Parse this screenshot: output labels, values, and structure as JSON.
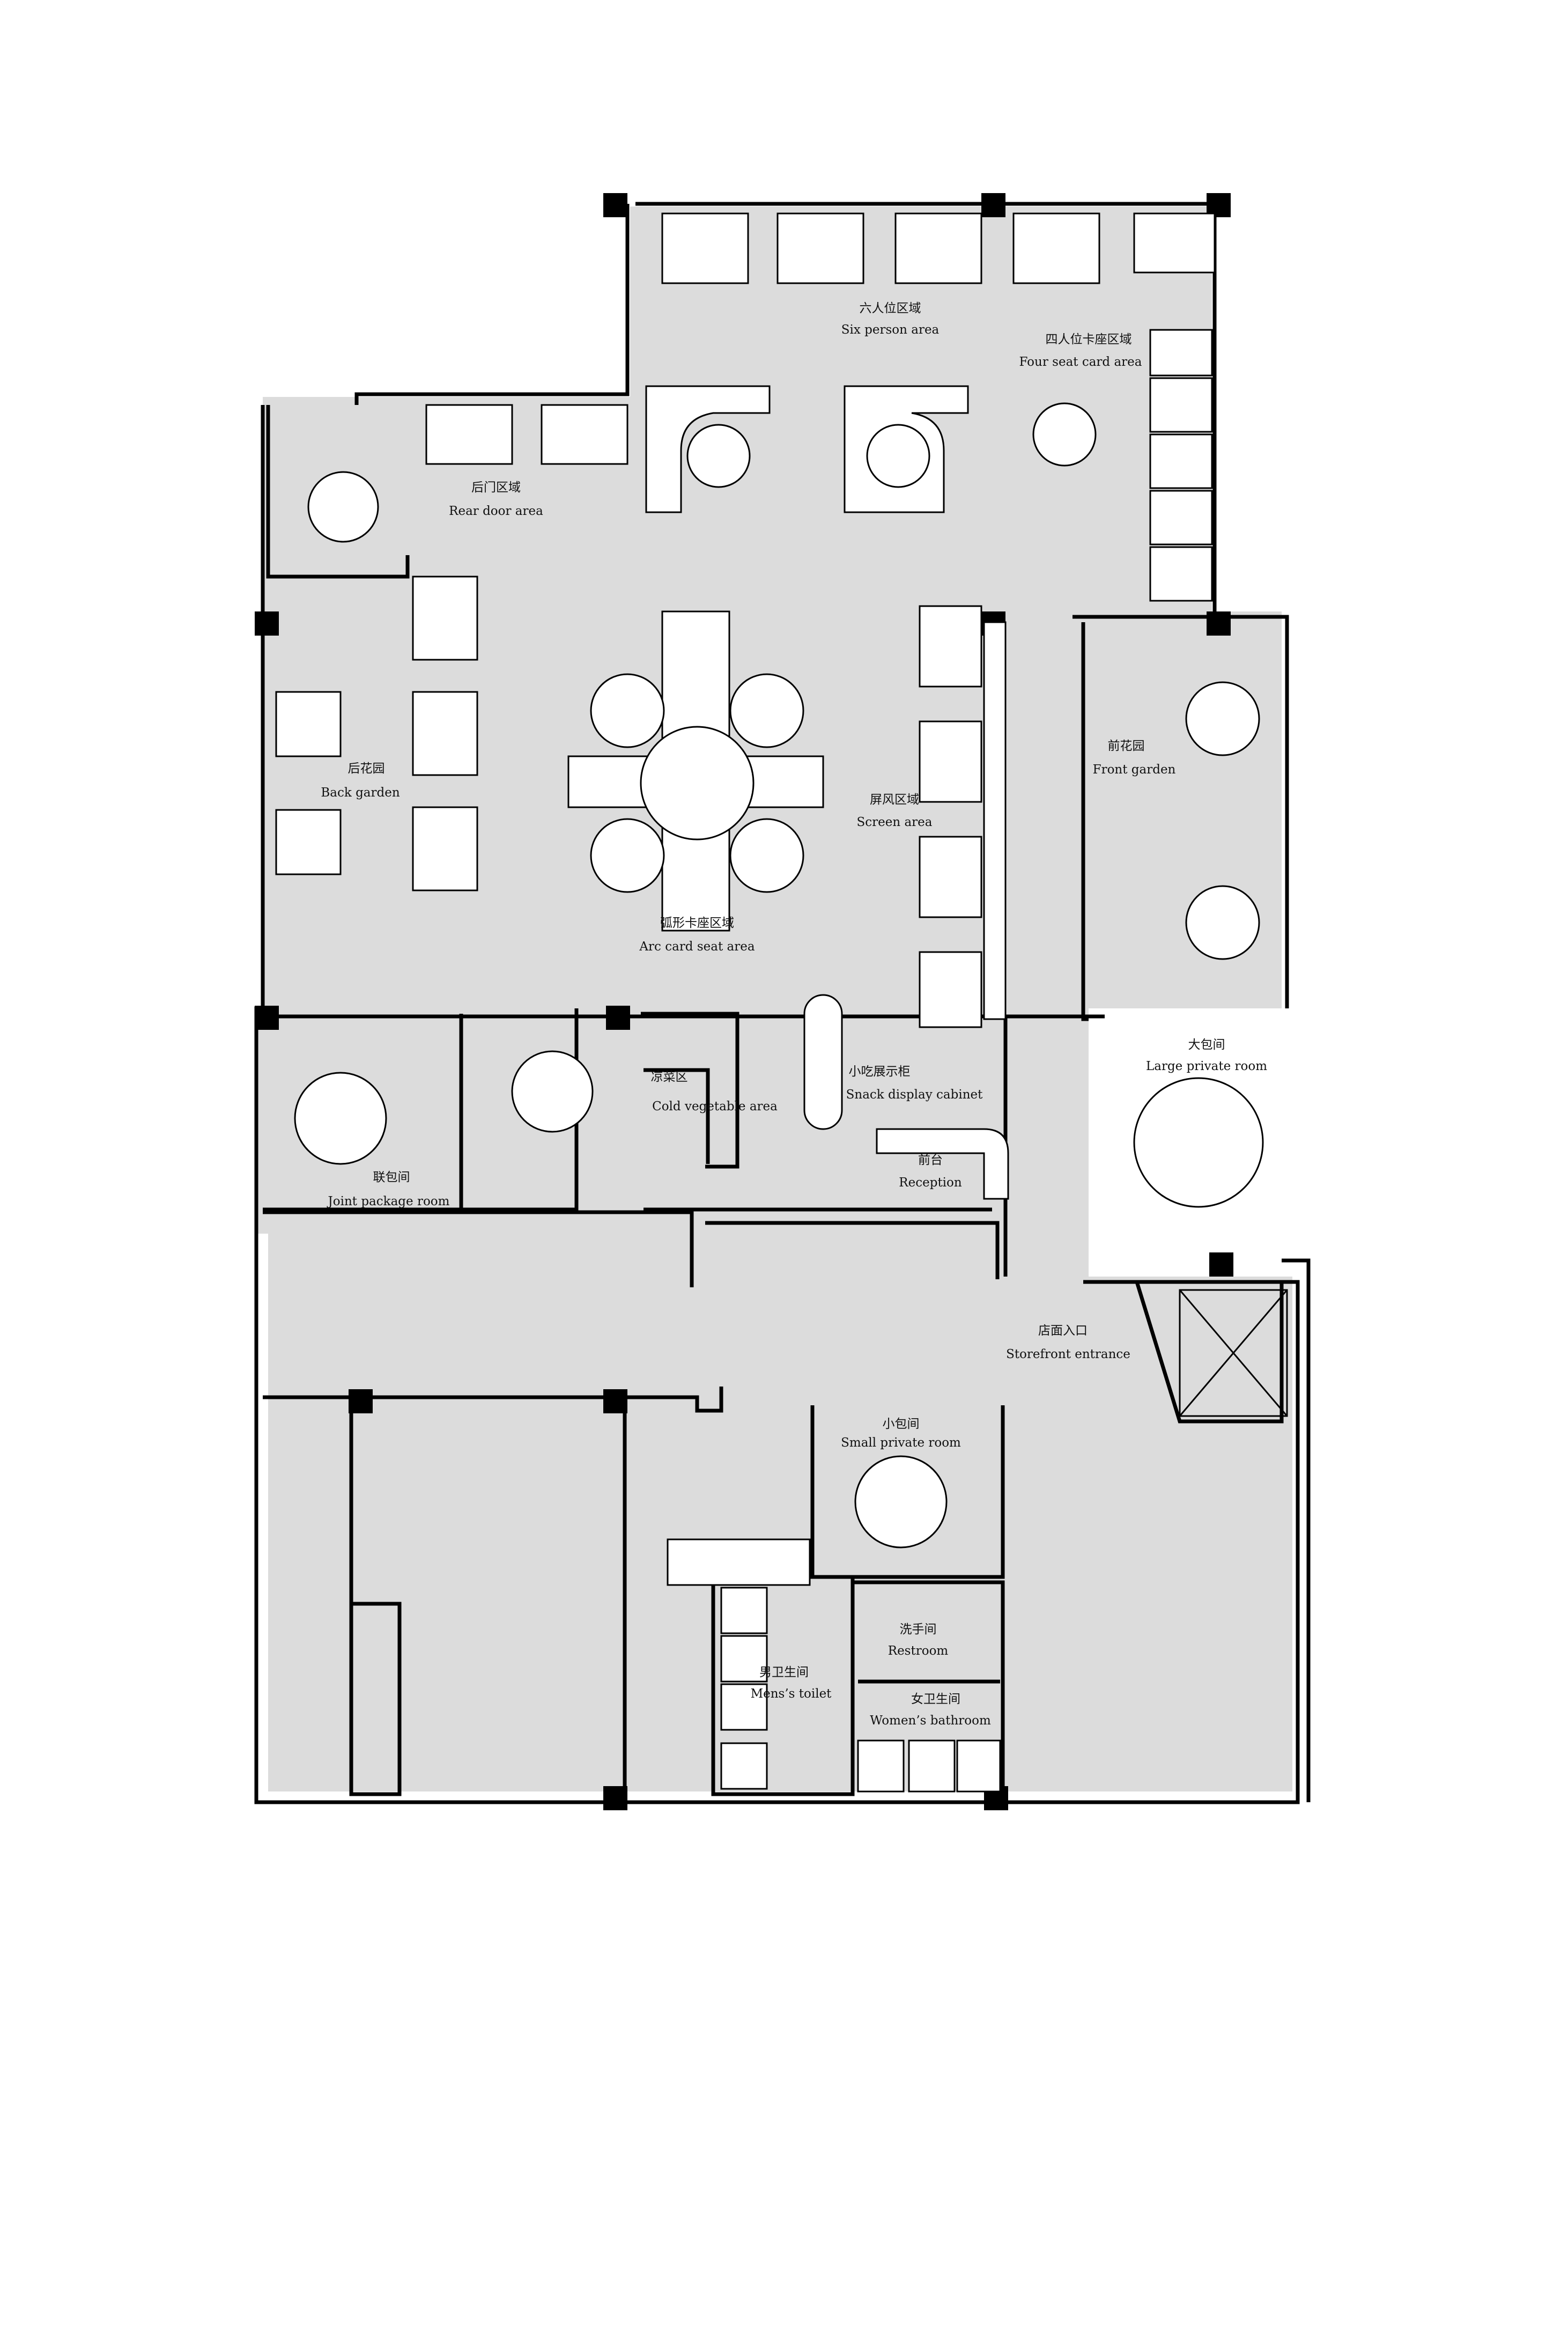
{
  "rooms": {
    "six_person": {
      "zh": "六人位区域",
      "en": "Six person area"
    },
    "four_seat": {
      "zh": "四人位卡座区域",
      "en": "Four seat card area"
    },
    "rear_door": {
      "zh": "后门区域",
      "en": "Rear door area"
    },
    "back_garden": {
      "zh": "后花园",
      "en": "Back garden"
    },
    "screen": {
      "zh": "屏风区域",
      "en": "Screen area"
    },
    "arc_card": {
      "zh": "弧形卡座区域",
      "en": "Arc card seat area"
    },
    "front_garden": {
      "zh": "前花园",
      "en": "Front garden"
    },
    "large_private": {
      "zh": "大包间",
      "en": "Large private room"
    },
    "snack": {
      "zh": "小吃展示柜",
      "en": "Snack display cabinet"
    },
    "cold_veg": {
      "zh": "凉菜区",
      "en": "Cold vegetable area"
    },
    "joint": {
      "zh": "联包间",
      "en": "Joint package room"
    },
    "reception": {
      "zh": "前台",
      "en": "Reception"
    },
    "storefront": {
      "zh": "店面入口",
      "en": "Storefront entrance"
    },
    "small_private": {
      "zh": "小包间",
      "en": "Small private room"
    },
    "restroom": {
      "zh": "洗手间",
      "en": "Restroom"
    },
    "mens": {
      "zh": "男卫生间",
      "en": "Mens’s toilet"
    },
    "womens": {
      "zh": "女卫生间",
      "en": "Women’s bathroom"
    }
  }
}
